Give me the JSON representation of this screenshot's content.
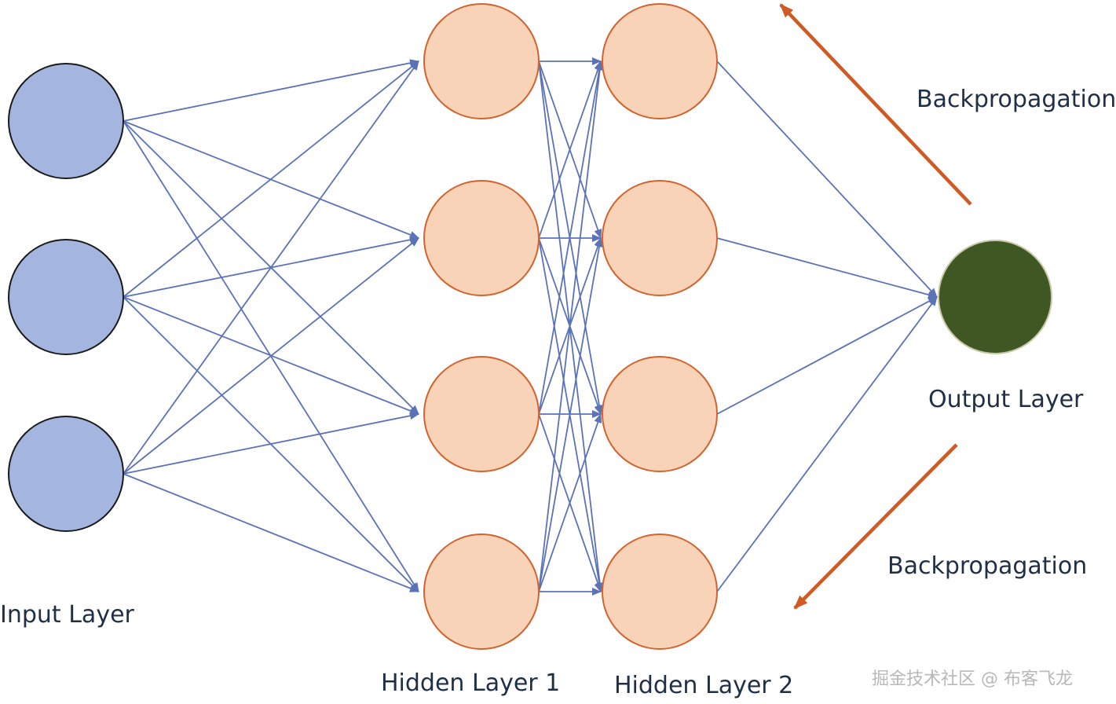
{
  "labels": {
    "input_layer": "Input Layer",
    "hidden_layer_1": "Hidden Layer 1",
    "hidden_layer_2": "Hidden Layer 2",
    "output_layer": "Output Layer",
    "backprop_top": "Backpropagation",
    "backprop_bottom": "Backpropagation",
    "watermark": "掘金技术社区 @ 布客飞龙"
  },
  "colors": {
    "input_node": "#a4b6e0",
    "hidden_node": "#f9d3b7",
    "hidden_node_stroke": "#d2632e",
    "output_node": "#3f5823",
    "connection": "#5b72b7",
    "backprop_arrow": "#cf5a23"
  },
  "layers": {
    "input_count": 3,
    "hidden1_count": 4,
    "hidden2_count": 4,
    "output_count": 1
  }
}
